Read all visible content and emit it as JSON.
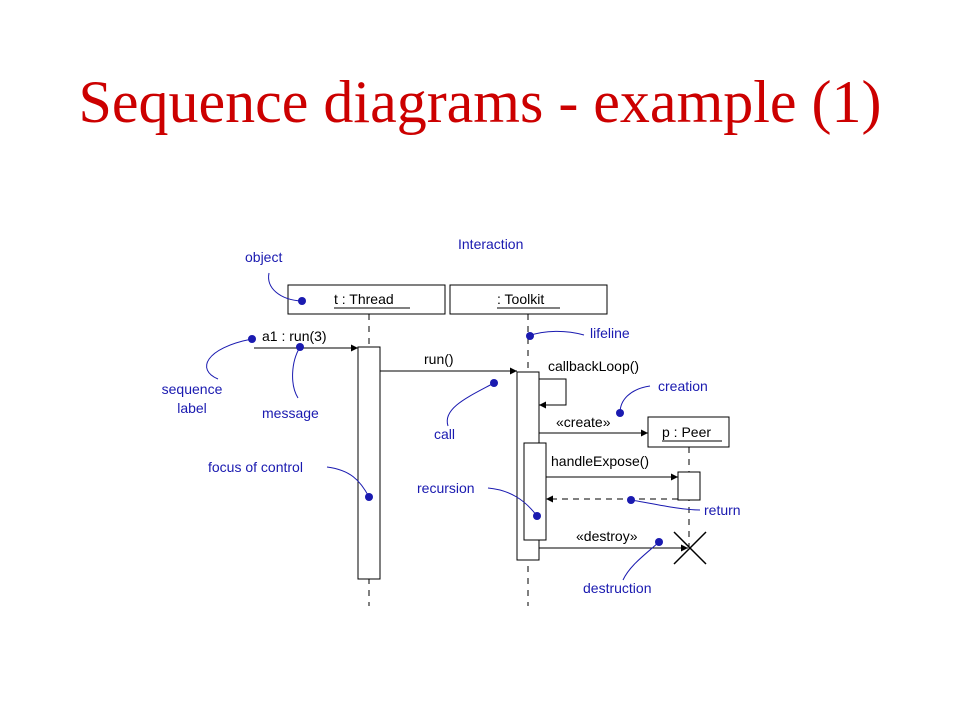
{
  "slide": {
    "title": "Sequence diagrams - example (1)"
  },
  "diagram": {
    "frame_label": "Interaction",
    "objects": {
      "thread": "t : Thread",
      "toolkit": ": Toolkit",
      "peer": "p : Peer"
    },
    "messages": {
      "run3": "a1 : run(3)",
      "run": "run()",
      "callback": "callbackLoop()",
      "create": "«create»",
      "handle": "handleExpose()",
      "destroy": "«destroy»"
    },
    "annotations": {
      "object": "object",
      "lifeline": "lifeline",
      "sequence_label_1": "sequence",
      "sequence_label_2": "label",
      "message": "message",
      "creation": "creation",
      "call": "call",
      "focus": "focus of control",
      "recursion": "recursion",
      "return": "return",
      "destruction": "destruction"
    },
    "colors": {
      "title": "#cc0000",
      "annotation": "#1a1ab0",
      "diagram": "#000000"
    }
  }
}
